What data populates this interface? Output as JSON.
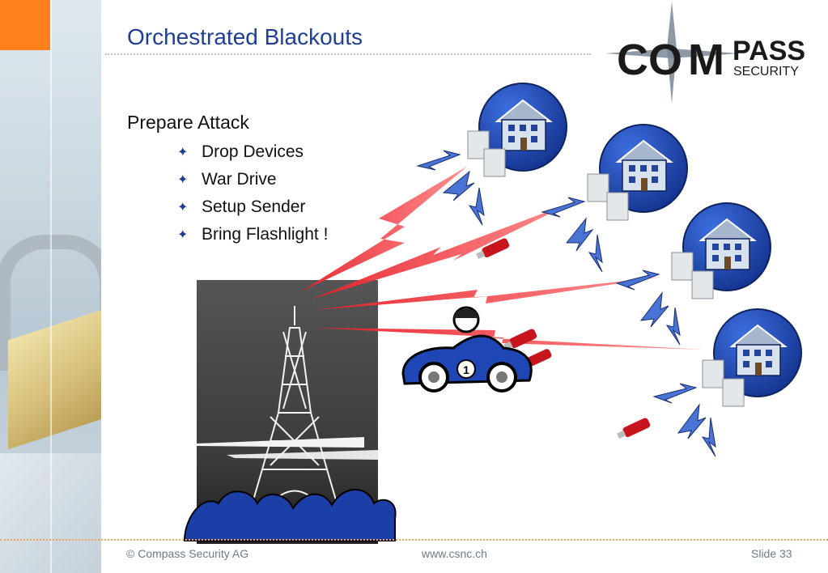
{
  "slide": {
    "title": "Orchestrated Blackouts",
    "bullet_heading": "Prepare Attack",
    "bullets": [
      "Drop Devices",
      "War Drive",
      "Setup Sender",
      "Bring Flashlight !"
    ]
  },
  "logo": {
    "text_co": "CO",
    "text_m": "M",
    "text_pass": "PASS",
    "text_security": "SECURITY"
  },
  "illustration": {
    "car_number": "1"
  },
  "footer": {
    "copyright": "© Compass Security AG",
    "website": "www.csnc.ch",
    "slide_number": "Slide 33"
  },
  "colors": {
    "accent": "#ff7f1a",
    "title": "#1f3f95",
    "beam": "#e8202a",
    "house_circle": "#1a3fa6"
  }
}
